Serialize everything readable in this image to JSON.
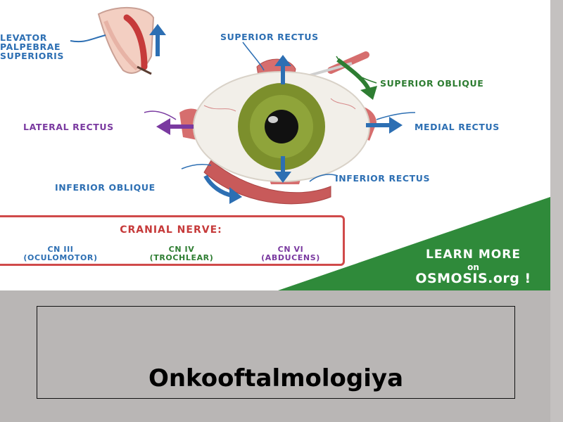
{
  "diagram": {
    "labels": {
      "levator": [
        "LEVATOR",
        "PALPEBRAE",
        "SUPERIORIS"
      ],
      "superior_rectus": "SUPERIOR RECTUS",
      "superior_oblique": "SUPERIOR OBLIQUE",
      "lateral_rectus": "LATERAL RECTUS",
      "medial_rectus": "MEDIAL RECTUS",
      "inferior_oblique": "INFERIOR OBLIQUE",
      "inferior_rectus": "INFERIOR RECTUS"
    },
    "cranial_nerve": {
      "title": "CRANIAL NERVE:",
      "nerves": [
        {
          "name": "CN III",
          "detail": "(OCULOMOTOR)",
          "color": "#2d6fb3"
        },
        {
          "name": "CN IV",
          "detail": "(TROCHLEAR)",
          "color": "#2e7d32"
        },
        {
          "name": "CN VI",
          "detail": "(ABDUCENS)",
          "color": "#7a3aa0"
        }
      ]
    },
    "promo": {
      "line1": "LEARN MORE",
      "line2": "on",
      "line3": "OSMOSIS.org !"
    }
  },
  "slide": {
    "title": "Onkooftalmologiya"
  },
  "colors": {
    "blue": "#2d6fb3",
    "purple": "#7a3aa0",
    "green": "#2e7d32",
    "red": "#c63a3a",
    "promo_green": "#2f8a3a",
    "background": "#b9b6b5"
  }
}
